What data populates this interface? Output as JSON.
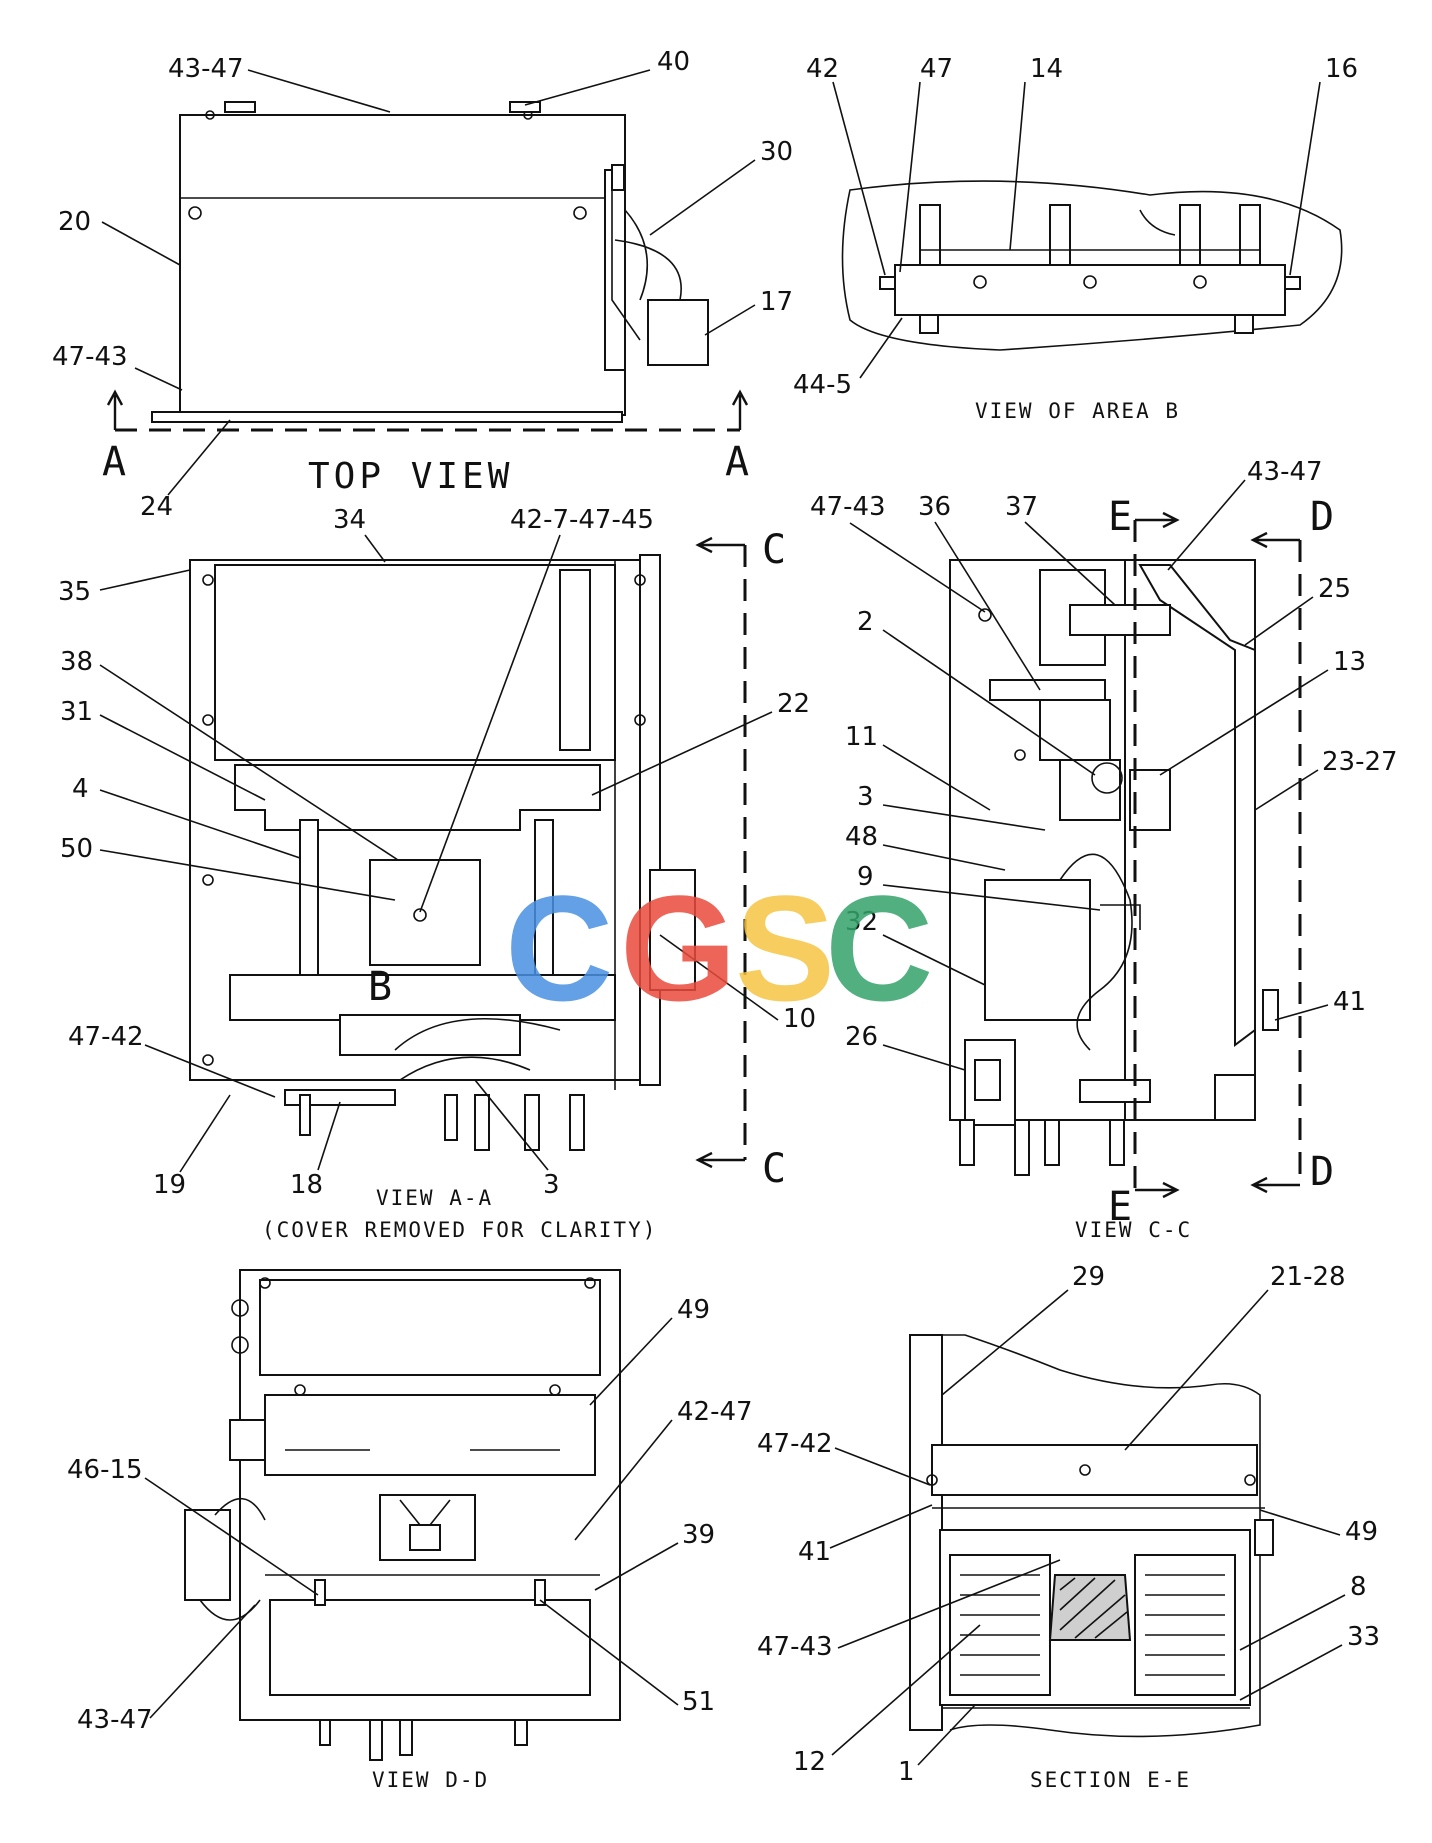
{
  "watermark": {
    "letters": [
      "C",
      "G",
      "S",
      "C"
    ],
    "colors": [
      "#4a90e2",
      "#e94b3c",
      "#f5c542",
      "#34a36b"
    ]
  },
  "views": {
    "top": "TOP VIEW",
    "area_b": "VIEW OF AREA B",
    "aa_line1": "VIEW A-A",
    "aa_line2": "(COVER REMOVED FOR CLARITY)",
    "cc": "VIEW C-C",
    "dd": "VIEW D-D",
    "ee": "SECTION E-E"
  },
  "section_letters": {
    "a": "A",
    "b": "B",
    "c": "C",
    "d": "D",
    "e": "E"
  },
  "callouts": {
    "top_4347": "43-47",
    "top_40": "40",
    "top_30": "30",
    "top_20": "20",
    "top_17": "17",
    "top_4743": "47-43",
    "top_24": "24",
    "b_42": "42",
    "b_47": "47",
    "b_14": "14",
    "b_16": "16",
    "b_445": "44-5",
    "aa_34": "34",
    "aa_427": "42-7-47-45",
    "aa_35": "35",
    "aa_38": "38",
    "aa_31": "31",
    "aa_22": "22",
    "aa_4": "4",
    "aa_50": "50",
    "aa_10": "10",
    "aa_4742": "47-42",
    "aa_19": "19",
    "aa_18": "18",
    "aa_3": "3",
    "cc_4743": "47-43",
    "cc_36": "36",
    "cc_37": "37",
    "cc_4347": "43-47",
    "cc_25": "25",
    "cc_2": "2",
    "cc_13": "13",
    "cc_11": "11",
    "cc_2327": "23-27",
    "cc_3": "3",
    "cc_48": "48",
    "cc_9": "9",
    "cc_32": "32",
    "cc_41": "41",
    "cc_26": "26",
    "dd_49": "49",
    "dd_4247": "42-47",
    "dd_4615": "46-15",
    "dd_39": "39",
    "dd_4347": "43-47",
    "dd_51": "51",
    "ee_29": "29",
    "ee_2128": "21-28",
    "ee_4742": "47-42",
    "ee_41": "41",
    "ee_49": "49",
    "ee_8": "8",
    "ee_4743": "47-43",
    "ee_33": "33",
    "ee_12": "12",
    "ee_1": "1"
  }
}
